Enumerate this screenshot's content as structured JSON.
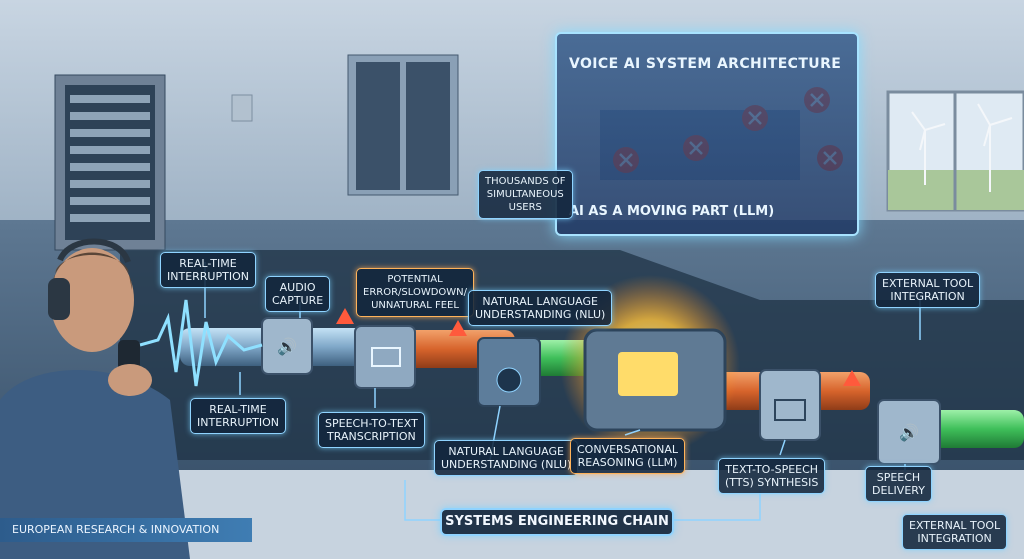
{
  "panel": {
    "title": "VOICE AI SYSTEM ARCHITECTURE",
    "subtitle": "AI AS A MOVING PART (LLM)"
  },
  "labels": {
    "realtime_top": "REAL-TIME\nINTERRUPTION",
    "audio_capture": "AUDIO\nCAPTURE",
    "potential_error": "POTENTIAL\nERROR/SLOWDOWN/\nUNNATURAL FEEL",
    "nlu_top": "NATURAL LANGUAGE\nUNDERSTANDING (NLU)",
    "thousands_users": "THOUSANDS OF\nSIMULTANEOUS\nUSERS",
    "external_tool_top": "EXTERNAL TOOL\nINTEGRATION",
    "realtime_bottom": "REAL-TIME\nINTERRUPTION",
    "stt": "SPEECH-TO-TEXT\nTRANSCRIPTION",
    "nlu_bottom": "NATURAL LANGUAGE\nUNDERSTANDING (NLU)",
    "reasoning": "CONVERSATIONAL\nREASONING (LLM)",
    "tts": "TEXT-TO-SPEECH\n(TTS) SYNTHESIS",
    "speech_delivery": "SPEECH\nDELIVERY",
    "external_tool_bottom": "EXTERNAL TOOL\nINTEGRATION"
  },
  "footer": {
    "brand": "EUROPEAN RESEARCH & INNOVATION",
    "chain": "SYSTEMS ENGINEERING CHAIN"
  },
  "colors": {
    "glow": "#8fd3ff",
    "alert": "#ff5a3c",
    "pipe_warm": "#e0703a",
    "pipe_green": "#4fcf6a"
  }
}
